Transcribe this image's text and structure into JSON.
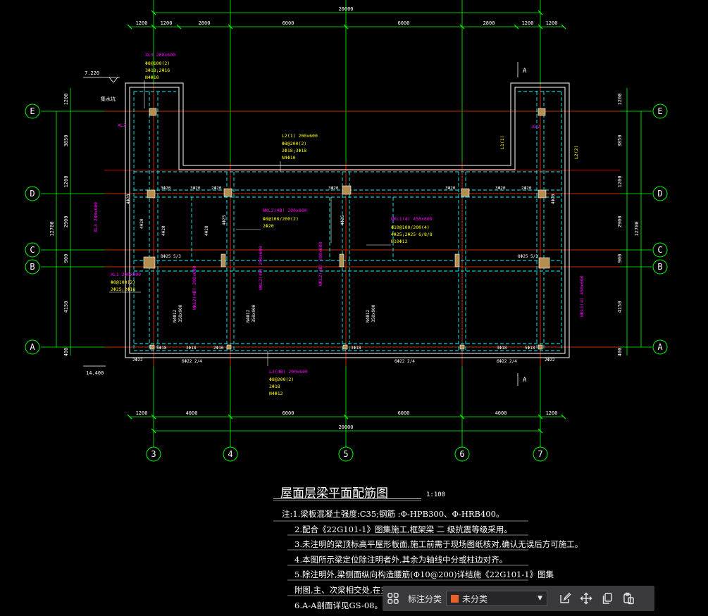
{
  "drawing": {
    "title": "屋面层梁平面配筋图",
    "scale": "1:100",
    "total_dim": "20000",
    "top_dims": [
      "1200",
      "1200",
      "2800",
      "6000",
      "6000",
      "2800",
      "1200",
      "1200"
    ],
    "bottom_dims": [
      "1200",
      "4000",
      "6000",
      "6000",
      "4000",
      "1200"
    ],
    "left_dims": [
      "1200",
      "3850",
      "1200",
      "2900",
      "900",
      "4150",
      "400"
    ],
    "left_total": "12700",
    "right_dims": [
      "1200",
      "3850",
      "1200",
      "2900",
      "900",
      "4150",
      "400"
    ],
    "right_total": "12700",
    "grid_rows": [
      "E",
      "D",
      "C",
      "B",
      "A"
    ],
    "grid_cols": [
      "3",
      "4",
      "5",
      "6",
      "7"
    ],
    "elevations": [
      "7.220",
      "14.400"
    ],
    "section_mark": "A",
    "left_note": "集水坑",
    "beam_labels": {
      "xl3": "XL3 200x600",
      "xl3_a": "Φ8@100(2)",
      "xl3_b": "3Φ18;2Φ16",
      "xl3_c": "N4Φ10",
      "l2": "L2(1) 200x600",
      "l2_a": "Φ8@200(2)",
      "l2_b": "2Φ18;3Φ18",
      "l2_c": "N4Φ10",
      "wkl2": "WKL2(4B) 200x600",
      "wkl2_a": "Φ8@100/200(2)",
      "wkl2_b": "2Φ20",
      "wkl1": "WKL1(4) 450x600",
      "wkl1_a": "Φ10@100/200(4)",
      "wkl1_b": "4Φ25;2Φ25 6/8/8",
      "wkl1_c": "N10Φ12",
      "xl1": "XL1 200x600",
      "xl1_a": "Φ8@100(2)",
      "xl1_b": "2Φ25;2Φ18",
      "l3": "L3(4B) 200x600",
      "l3_a": "Φ8@200(2)",
      "l3_b": "2Φ18",
      "l3_c": "N4Φ12",
      "l1": "L1(1)",
      "xl2": "XL2",
      "kl2": "L2(2)"
    },
    "rebar_texts": {
      "r3d20": "3Φ20",
      "r2d20": "2Φ20",
      "r5d18": "5Φ18",
      "r3d18": "3Φ18",
      "r6d22": "6Φ22 2/4",
      "r2d22": "2Φ22",
      "r8d25": "8Φ25 5/3",
      "r8d25b": "8Φ25 5/3",
      "r4d25": "4Φ25",
      "r4d20": "4Φ20",
      "r2d16": "2Φ16",
      "sec": "350x900",
      "n4d12": "N4Φ12"
    }
  },
  "notes": [
    "注:1.梁板混凝土强度:C35;钢筋 :Φ-HPB300、Φ-HRB400。",
    "2.配合《22G101-1》图集施工,框架梁 二 级抗震等级采用。",
    "3.未注明的梁顶标高平屋形板面,施工前需于现场图纸核对,确认无误后方可施工。",
    "4.本图所示梁定位除注明者外,其余为轴线中分或柱边对齐。",
    "5.除注明外,梁侧面纵向构造腰筋(Φ10@200)详结施《22G101-1》图集",
    "  附图,主、次梁相交处,在主梁上附加箍筋每侧三道。",
    "6.A-A剖面详见GS-08。"
  ],
  "toolbar": {
    "label": "标注分类",
    "select_value": "未分类",
    "swatch_color": "#e8632a",
    "icons": [
      "grid-icon",
      "edit-note-icon",
      "move-icon",
      "copy-icon",
      "paste-icon"
    ]
  },
  "colors": {
    "axis_green": "#00ff00",
    "beam_cyan": "#00ffff",
    "section_red": "#ff0000",
    "label_yellow": "#ffff00",
    "label_magenta": "#ff00ff",
    "outline_white": "#ffffff",
    "column_fill": "#b38e4e"
  }
}
